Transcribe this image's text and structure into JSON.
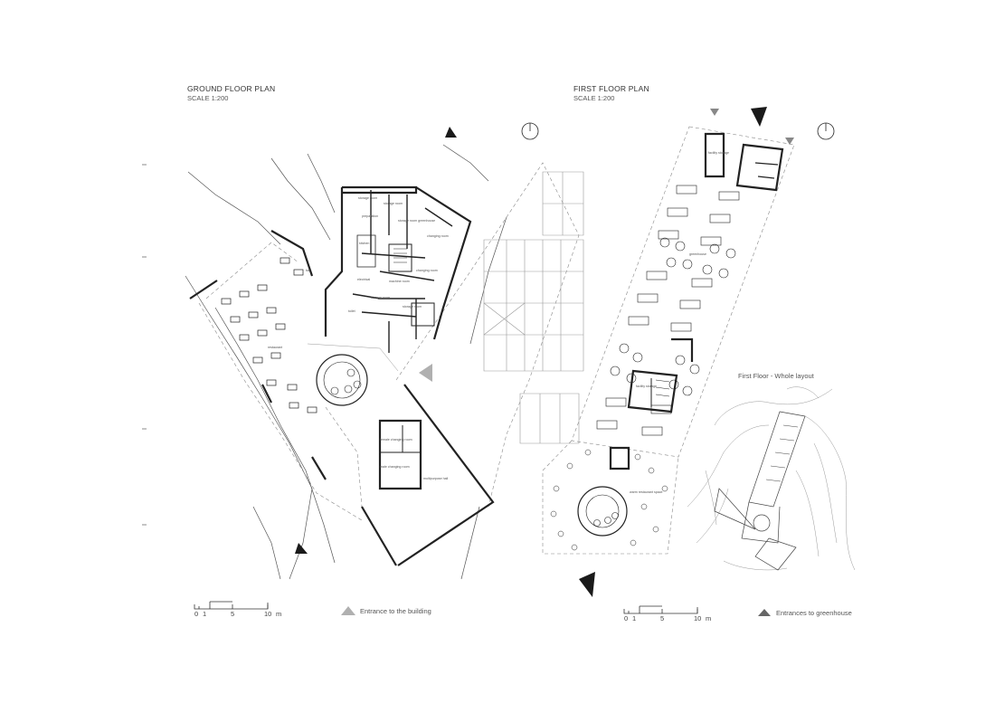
{
  "ground": {
    "title": "GROUND FLOOR PLAN",
    "scale": "SCALE 1:200",
    "scale_bar": [
      "0",
      "1",
      "5",
      "10",
      "m"
    ],
    "legend": "Entrance to the building",
    "rooms": [
      "storage room",
      "storage room",
      "preparation",
      "storage room greenhouse",
      "changing room",
      "kitchen",
      "bar",
      "electrical",
      "machine room",
      "changing room",
      "storage room",
      "storage room",
      "toilet",
      "restaurant",
      "female changing room",
      "male changing room",
      "multipurpose hall"
    ]
  },
  "first": {
    "title": "FIRST  FLOOR PLAN",
    "scale": "SCALE 1:200",
    "scale_bar": [
      "0",
      "1",
      "5",
      "10",
      "m"
    ],
    "legend": "Entrances to greenhouse",
    "rooms": [
      "facility storage",
      "greenhouse",
      "facility storage",
      "warm restaurant space"
    ],
    "inset_title": "First Floor - Whole layout"
  },
  "colors": {
    "line": "#222222",
    "thin": "#9a9a9a",
    "entrance_ground": "#b0b0b0",
    "entrance_dark": "#1a1a1a"
  }
}
